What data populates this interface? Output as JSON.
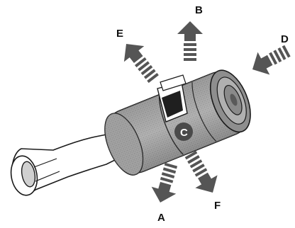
{
  "diagram": {
    "labels": {
      "a": "A",
      "b": "B",
      "c": "C",
      "d": "D",
      "e": "E",
      "f": "F"
    },
    "colors": {
      "arrow": "#555555",
      "body_light": "#b5b5b5",
      "body_dark": "#6a6a6a",
      "outline": "#1a1a1a",
      "badge": "#4a4a4a"
    },
    "parts": [
      "handle",
      "cylinder-body",
      "end-cap",
      "window-c",
      "arrow-a",
      "arrow-b",
      "arrow-d",
      "arrow-e",
      "arrow-f"
    ]
  }
}
